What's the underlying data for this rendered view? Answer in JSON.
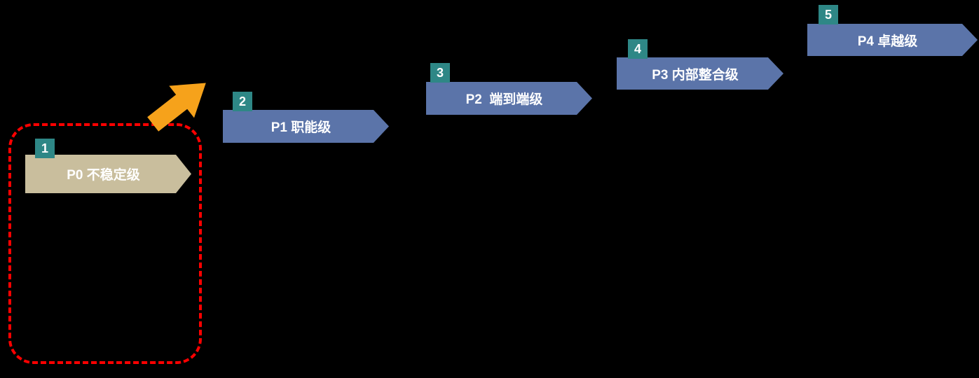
{
  "diagram": {
    "description": "Process maturity staircase diagram with five ascending levels",
    "steps": [
      {
        "number": "1",
        "label": "P0 不稳定级"
      },
      {
        "number": "2",
        "label": "P1 职能级"
      },
      {
        "number": "3",
        "label": "P2  端到端级"
      },
      {
        "number": "4",
        "label": "P3 内部整合级"
      },
      {
        "number": "5",
        "label": "P4 卓越级"
      }
    ],
    "colors": {
      "background": "#000000",
      "step_default": "#5B74A9",
      "step_first": "#C9BE9D",
      "badge": "#2E8786",
      "highlight_border": "#FF0000",
      "arrow": "#F6A21B",
      "text": "#FFFFFF"
    }
  }
}
